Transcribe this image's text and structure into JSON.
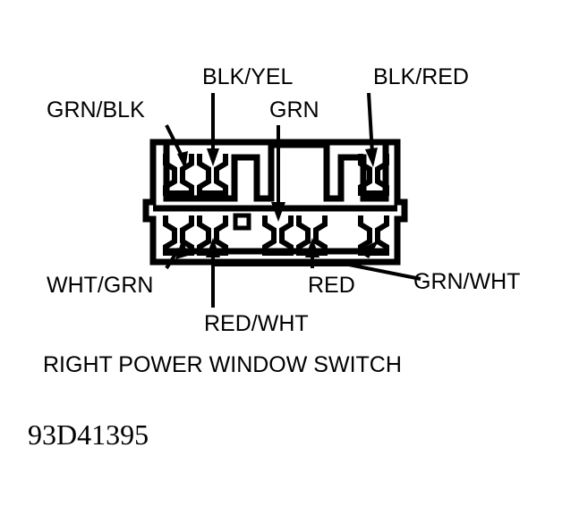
{
  "figure": {
    "caption": "RIGHT POWER WINDOW SWITCH",
    "part_number": "93D41395",
    "background_color": "#ffffff",
    "line_color": "#000000"
  },
  "connector": {
    "description": "Wiring connector terminal face view",
    "rows": 2,
    "top_row_terminal_count": 3,
    "bottom_row_terminal_count": 5,
    "keying_mark": "small-square"
  },
  "labels": {
    "top": [
      {
        "id": "grn-blk",
        "text": "GRN/BLK",
        "leader": "diagonal"
      },
      {
        "id": "blk-yel",
        "text": "BLK/YEL",
        "leader": "vertical"
      },
      {
        "id": "grn",
        "text": "GRN",
        "leader": "vertical"
      },
      {
        "id": "blk-red",
        "text": "BLK/RED",
        "leader": "diagonal"
      }
    ],
    "bottom": [
      {
        "id": "wht-grn",
        "text": "WHT/GRN",
        "leader": "diagonal"
      },
      {
        "id": "red-wht",
        "text": "RED/WHT",
        "leader": "vertical"
      },
      {
        "id": "red",
        "text": "RED",
        "leader": "vertical"
      },
      {
        "id": "grn-wht",
        "text": "GRN/WHT",
        "leader": "elbow"
      }
    ]
  }
}
